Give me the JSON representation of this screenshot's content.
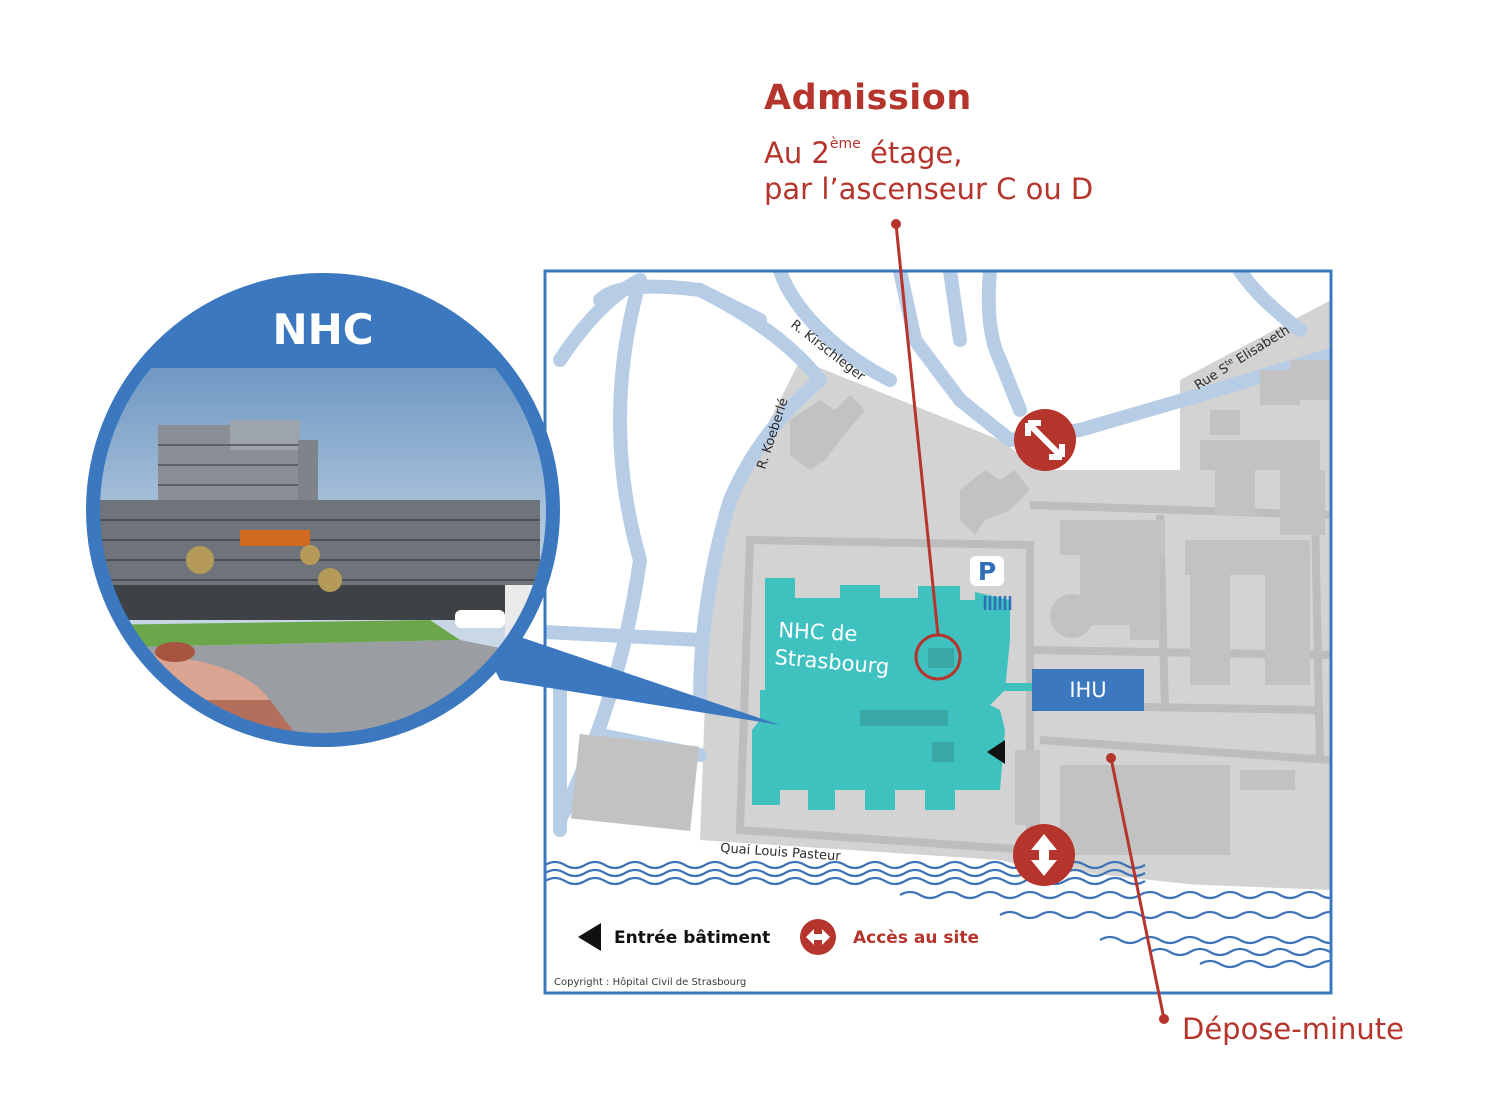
{
  "admission": {
    "title": "Admission",
    "line1_prefix": "Au 2",
    "line1_sup": "ème",
    "line1_suffix": " étage,",
    "line2": "par l’ascenseur C ou D"
  },
  "photo": {
    "title": "NHC"
  },
  "map": {
    "streets": {
      "kirschleger": "R. Kirschleger",
      "koeberle": "R. Koeberlé",
      "elisabeth_prefix": "Rue S",
      "elisabeth_sup": "te",
      "elisabeth_suffix": " Elisabeth",
      "quai": "Quai Louis Pasteur"
    },
    "building_line1": "NHC de",
    "building_line2": "Strasbourg",
    "ihu": "IHU",
    "parking": "P",
    "copyright": "Copyright : Hôpital Civil de Strasbourg"
  },
  "legend": {
    "entrance": "Entrée bâtiment",
    "access": "Accès au site"
  },
  "depose": "Dépose-minute",
  "colors": {
    "accent_red": "#b5352d",
    "blue": "#3b78bf",
    "teal": "#3fc1c0",
    "road_blue": "#b7cde6",
    "block_grey": "#d3d3d3",
    "building_grey": "#c2c2c2"
  }
}
